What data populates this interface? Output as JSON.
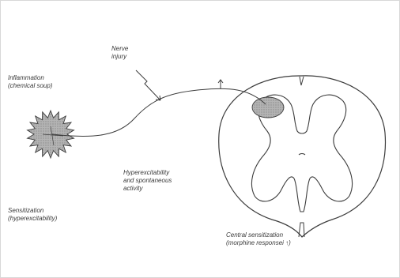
{
  "labels": {
    "nerve_injury": {
      "line1": "Nerve",
      "line2": "injury"
    },
    "inflammation": {
      "line1": "Inflammation",
      "line2": "(chemical soup)"
    },
    "sensitization": {
      "line1": "Sensitization",
      "line2": "(hyperexcitability)"
    },
    "hyperexcitability": {
      "line1": "Hyperexcitability",
      "line2": "and spontaneous",
      "line3": "activity"
    },
    "central": {
      "line1": "Central sensitization",
      "line2": "(morphine responsei ↑)"
    }
  },
  "colors": {
    "line": "#3c3c3c",
    "fill_gray": "#a9a9a9",
    "background": "#ffffff",
    "frame": "#d8d8d8"
  },
  "icons": [
    "lightning-bolt-icon",
    "up-arrow-icon"
  ]
}
